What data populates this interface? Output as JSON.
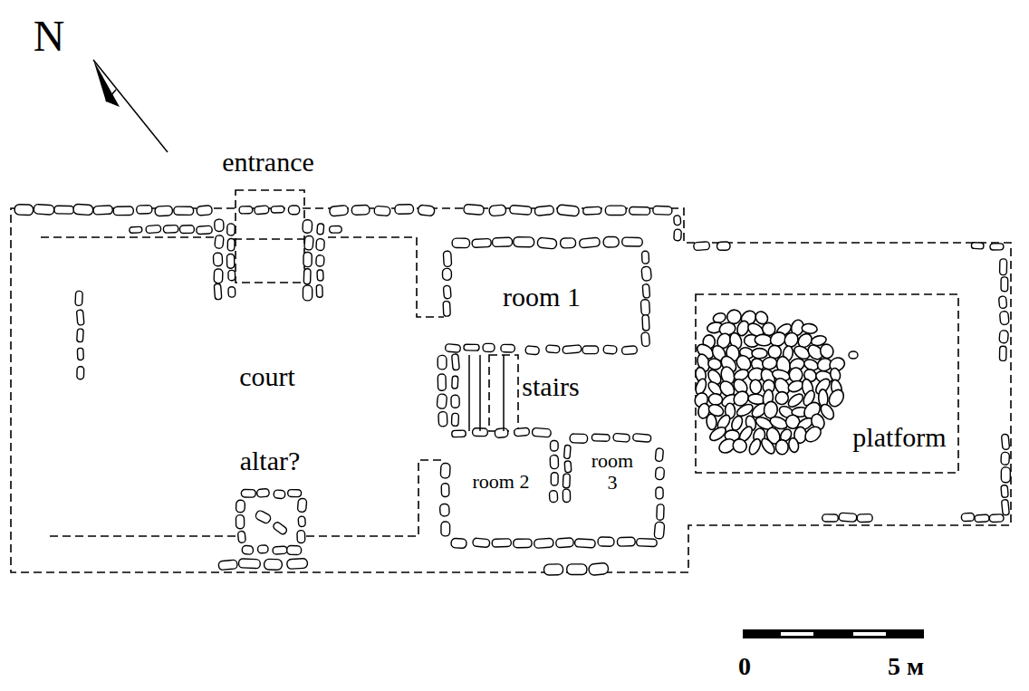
{
  "diagram": {
    "nodes": [
      {
        "text": [
          "room 1"
        ]
      },
      {
        "text": [
          "altar?"
        ]
      },
      {
        "text": [
          "room 2"
        ]
      },
      {
        "text": [
          "room 3"
        ]
      },
      {
        "text": [
          "platform"
        ]
      }
    ],
    "labels": [
      "N",
      "entrance",
      "court",
      "stairs",
      "0",
      "5 м"
    ]
  }
}
